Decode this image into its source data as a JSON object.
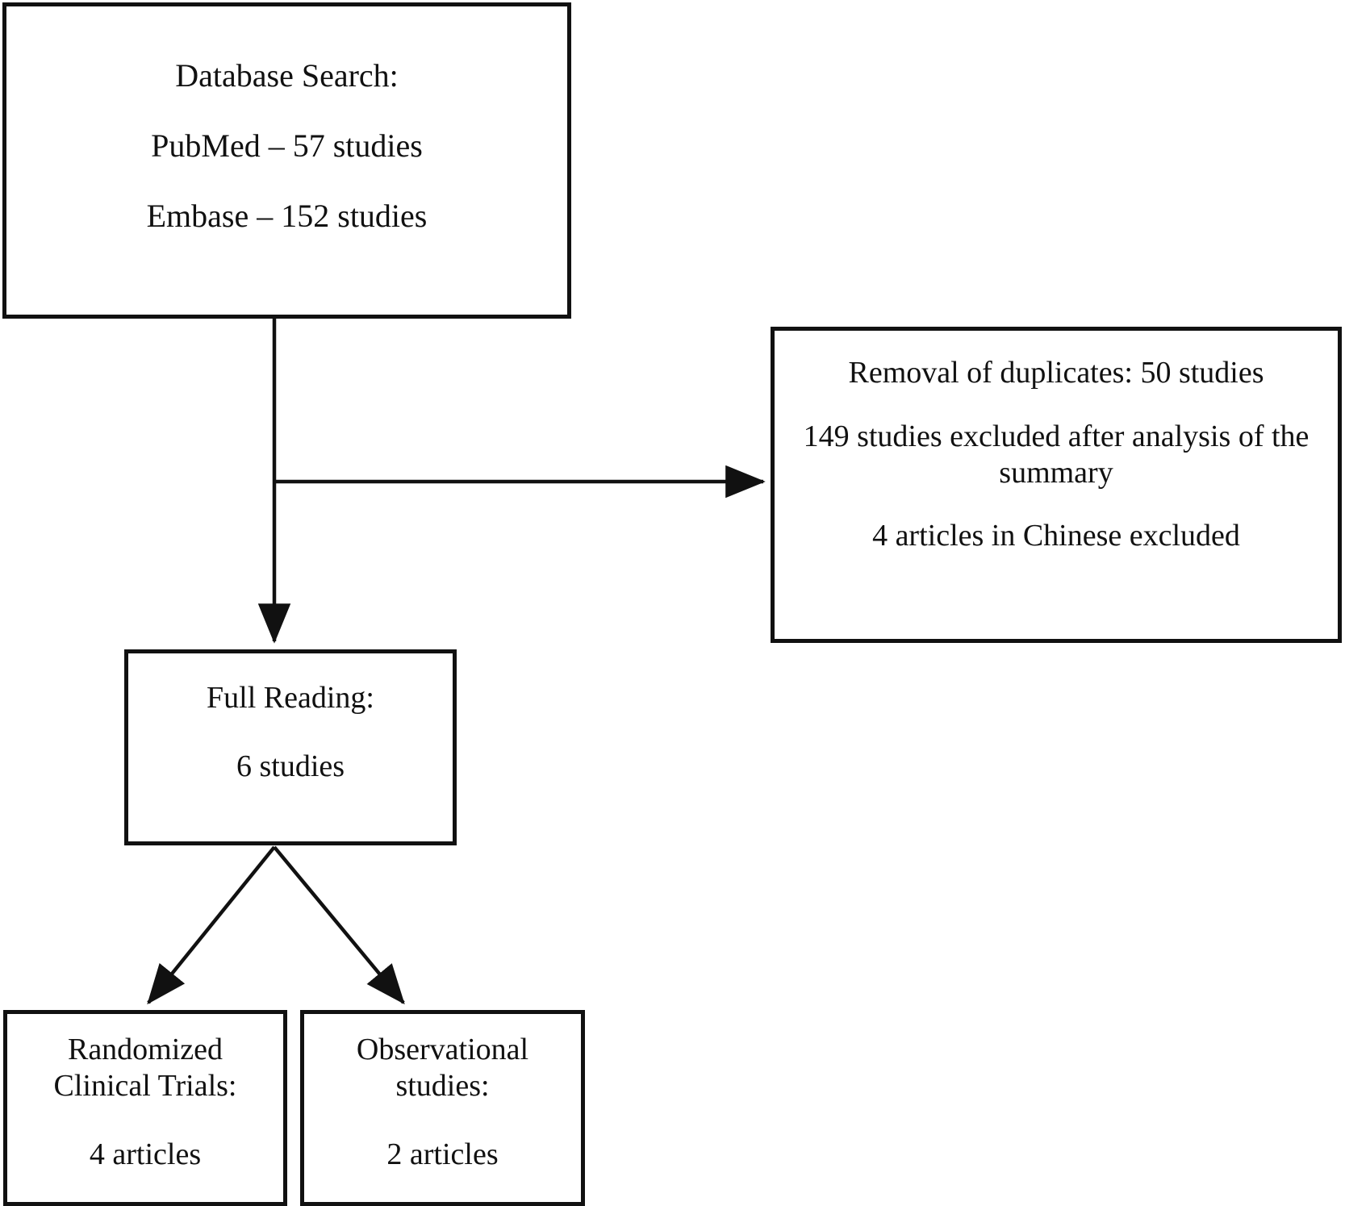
{
  "diagram": {
    "title": "PRISMA-style study selection flowchart",
    "colors": {
      "stroke": "#111111",
      "background": "#ffffff",
      "text": "#111111"
    },
    "nodes": {
      "database_search": {
        "id": "database-search",
        "lines": [
          "Database Search:",
          "PubMed – 57 studies",
          "Embase – 152 studies"
        ],
        "line1": "Database Search:",
        "line2": "PubMed – 57 studies",
        "line3": "Embase – 152 studies"
      },
      "removal_duplicates": {
        "id": "removal-duplicates",
        "lines": [
          "Removal of duplicates: 50 studies",
          "149 studies excluded after analysis of the summary",
          "4 articles in Chinese excluded"
        ],
        "line1": "Removal of duplicates: 50 studies",
        "line2": "149 studies excluded after analysis of the summary",
        "line3": "4 articles in Chinese excluded"
      },
      "full_reading": {
        "id": "full-reading",
        "lines": [
          "Full Reading:",
          "6 studies"
        ],
        "line1": "Full Reading:",
        "line2": "6 studies"
      },
      "randomized_trials": {
        "id": "randomized-clinical-trials",
        "lines": [
          "Randomized Clinical Trials:",
          "4 articles"
        ],
        "line1": "Randomized",
        "line2": "Clinical Trials:",
        "line3": "4 articles"
      },
      "observational_studies": {
        "id": "observational-studies",
        "lines": [
          "Observational studies:",
          "2 articles"
        ],
        "line1": "Observational",
        "line2": "studies:",
        "line3": "2 articles"
      }
    },
    "edges": [
      {
        "id": "edge-search-to-duplicates",
        "from": "database_search",
        "to": "removal_duplicates",
        "label": ""
      },
      {
        "id": "edge-search-to-full-reading",
        "from": "database_search",
        "to": "full_reading",
        "label": ""
      },
      {
        "id": "edge-full-reading-to-rct",
        "from": "full_reading",
        "to": "randomized_trials",
        "label": ""
      },
      {
        "id": "edge-full-reading-to-observational",
        "from": "full_reading",
        "to": "observational_studies",
        "label": ""
      }
    ]
  }
}
